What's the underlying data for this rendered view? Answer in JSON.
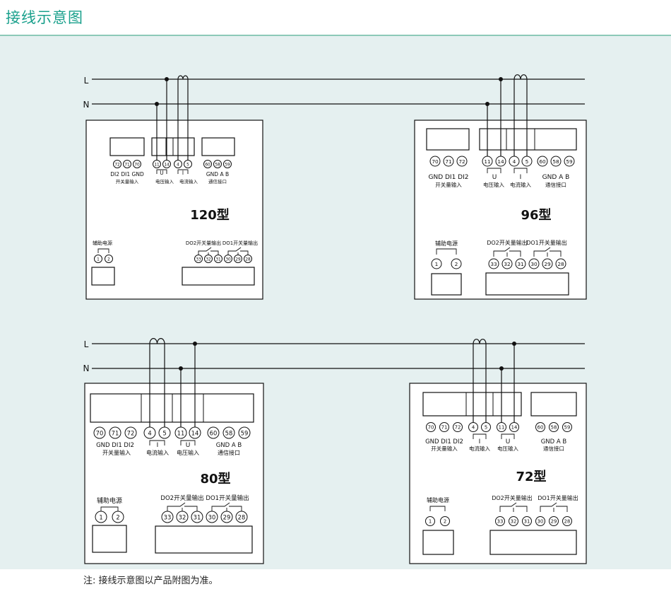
{
  "header": {
    "title": "接线示意图"
  },
  "footnote": "注:  接线示意图以产品附图为准。",
  "colors": {
    "accent": "#1aa08c",
    "panel_bg": "#e5f0f0",
    "line": "#111111"
  },
  "lines": {
    "L": "L",
    "N": "N"
  },
  "meters": [
    {
      "model": "120型",
      "aux_power_label": "辅助电源",
      "aux_terminals": [
        "1",
        "2"
      ],
      "groups": [
        {
          "terminals": [
            "72",
            "71",
            "70"
          ],
          "sub": "DI2 DI1 GND",
          "label": "开关量输入"
        },
        {
          "terminals": [
            "11",
            "14"
          ],
          "sub": "U",
          "label": "电压输入"
        },
        {
          "terminals": [
            "4",
            "5"
          ],
          "sub": "I",
          "label": "电流输入"
        },
        {
          "terminals": [
            "60",
            "58",
            "59"
          ],
          "sub": "GND  A    B",
          "label": "通信接口"
        }
      ],
      "do2_label": "DO2开关量输出",
      "do1_label": "DO1开关量输出",
      "do_terminals": [
        "33",
        "32",
        "31",
        "30",
        "29",
        "28"
      ]
    },
    {
      "model": "96型",
      "aux_power_label": "辅助电源",
      "aux_terminals": [
        "1",
        "2"
      ],
      "groups": [
        {
          "terminals": [
            "70",
            "71",
            "72"
          ],
          "sub": "GND DI1 DI2",
          "label": "开关量输入"
        },
        {
          "terminals": [
            "11",
            "14"
          ],
          "sub": "U",
          "label": "电压输入"
        },
        {
          "terminals": [
            "4",
            "5"
          ],
          "sub": "I",
          "label": "电流输入"
        },
        {
          "terminals": [
            "60",
            "58",
            "59"
          ],
          "sub": "GND  A    B",
          "label": "通信接口"
        }
      ],
      "do2_label": "DO2开关量输出",
      "do1_label": "DO1开关量输出",
      "do_terminals": [
        "33",
        "32",
        "31",
        "30",
        "29",
        "28"
      ]
    },
    {
      "model": "80型",
      "aux_power_label": "辅助电源",
      "aux_terminals": [
        "1",
        "2"
      ],
      "groups": [
        {
          "terminals": [
            "70",
            "71",
            "72"
          ],
          "sub": "GND   DI1   DI2",
          "label": "开关量输入"
        },
        {
          "terminals": [
            "4",
            "5"
          ],
          "sub": "I",
          "label": "电流输入"
        },
        {
          "terminals": [
            "11",
            "14"
          ],
          "sub": "U",
          "label": "电压输入"
        },
        {
          "terminals": [
            "60",
            "58",
            "59"
          ],
          "sub": "GND    A      B",
          "label": "通信接口"
        }
      ],
      "do2_label": "DO2开关量输出",
      "do1_label": "DO1开关量输出",
      "do_terminals": [
        "33",
        "32",
        "31",
        "30",
        "29",
        "28"
      ]
    },
    {
      "model": "72型",
      "aux_power_label": "辅助电源",
      "aux_terminals": [
        "1",
        "2"
      ],
      "groups": [
        {
          "terminals": [
            "70",
            "71",
            "72"
          ],
          "sub": "GND DI1 DI2",
          "label": "开关量输入"
        },
        {
          "terminals": [
            "4",
            "5"
          ],
          "sub": "I",
          "label": "电流输入"
        },
        {
          "terminals": [
            "11",
            "14"
          ],
          "sub": "U",
          "label": "电压输入"
        },
        {
          "terminals": [
            "60",
            "58",
            "59"
          ],
          "sub": "GND  A    B",
          "label": "通信接口"
        }
      ],
      "do2_label": "DO2开关量输出",
      "do1_label": "DO1开关量输出",
      "do_terminals": [
        "33",
        "32",
        "31",
        "30",
        "29",
        "28"
      ]
    }
  ]
}
